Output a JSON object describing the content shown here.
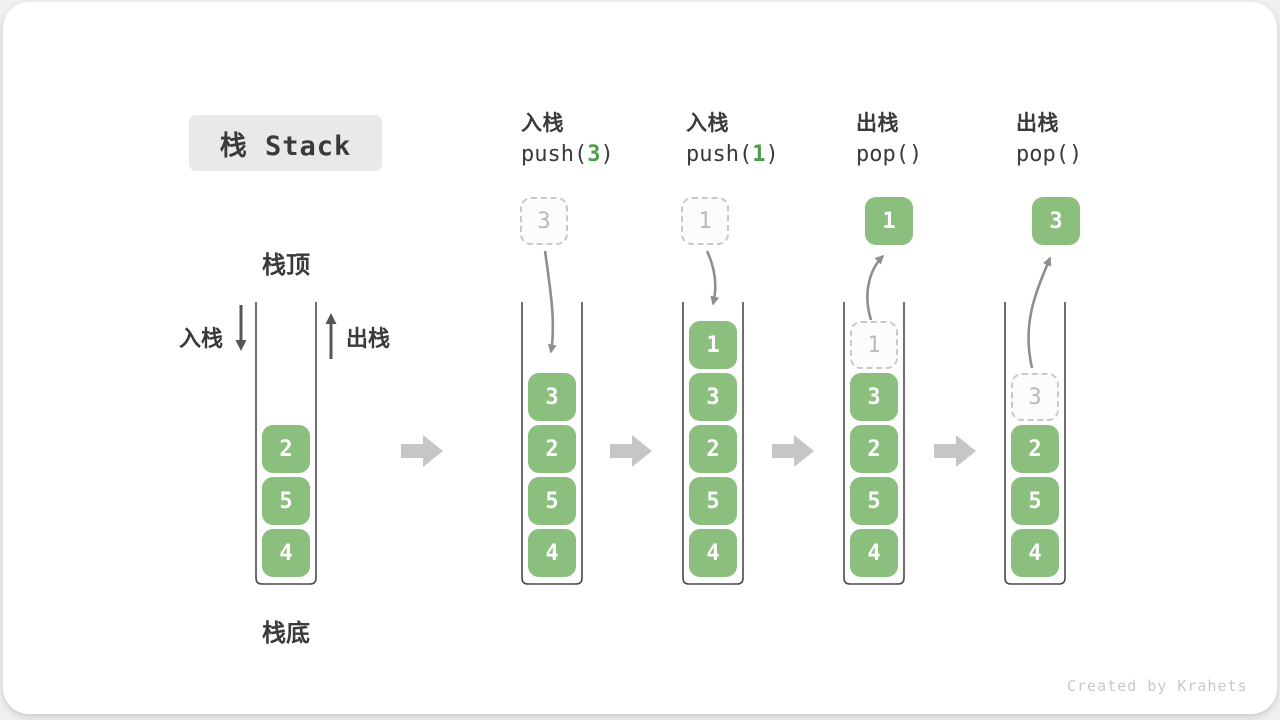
{
  "legend": {
    "title": "栈 Stack",
    "stack_top": "栈顶",
    "stack_bottom": "栈底",
    "push_label": "入栈",
    "pop_label": "出栈"
  },
  "watermark": "Created by Krahets",
  "colors": {
    "element_green": "#8BBF7D",
    "code_arg_green": "#4C9E4C",
    "text_dark": "#3A3A3A",
    "ghost_gray": "#B9B9B9",
    "curve_arrow_gray": "#8E8E8E",
    "block_arrow_gray": "#C6C6C6"
  },
  "steps": [
    {
      "caption": "",
      "code": null,
      "float": null,
      "cells": [
        {
          "value": "2",
          "slot": 2,
          "kind": "solid"
        },
        {
          "value": "5",
          "slot": 3,
          "kind": "solid"
        },
        {
          "value": "4",
          "slot": 4,
          "kind": "solid"
        }
      ]
    },
    {
      "caption": "入栈",
      "code": {
        "pre": "push(",
        "arg": "3",
        "post": ")"
      },
      "float": {
        "value": "3",
        "kind": "ghost"
      },
      "cells": [
        {
          "value": "3",
          "slot": 1,
          "kind": "solid"
        },
        {
          "value": "2",
          "slot": 2,
          "kind": "solid"
        },
        {
          "value": "5",
          "slot": 3,
          "kind": "solid"
        },
        {
          "value": "4",
          "slot": 4,
          "kind": "solid"
        }
      ]
    },
    {
      "caption": "入栈",
      "code": {
        "pre": "push(",
        "arg": "1",
        "post": ")"
      },
      "float": {
        "value": "1",
        "kind": "ghost"
      },
      "cells": [
        {
          "value": "1",
          "slot": 0,
          "kind": "solid"
        },
        {
          "value": "3",
          "slot": 1,
          "kind": "solid"
        },
        {
          "value": "2",
          "slot": 2,
          "kind": "solid"
        },
        {
          "value": "5",
          "slot": 3,
          "kind": "solid"
        },
        {
          "value": "4",
          "slot": 4,
          "kind": "solid"
        }
      ]
    },
    {
      "caption": "出栈",
      "code": {
        "pre": "pop(",
        "arg": "",
        "post": ")"
      },
      "float": {
        "value": "1",
        "kind": "solid"
      },
      "cells": [
        {
          "value": "1",
          "slot": 0,
          "kind": "ghost"
        },
        {
          "value": "3",
          "slot": 1,
          "kind": "solid"
        },
        {
          "value": "2",
          "slot": 2,
          "kind": "solid"
        },
        {
          "value": "5",
          "slot": 3,
          "kind": "solid"
        },
        {
          "value": "4",
          "slot": 4,
          "kind": "solid"
        }
      ]
    },
    {
      "caption": "出栈",
      "code": {
        "pre": "pop(",
        "arg": "",
        "post": ")"
      },
      "float": {
        "value": "3",
        "kind": "solid"
      },
      "cells": [
        {
          "value": "3",
          "slot": 1,
          "kind": "ghost"
        },
        {
          "value": "2",
          "slot": 2,
          "kind": "solid"
        },
        {
          "value": "5",
          "slot": 3,
          "kind": "solid"
        },
        {
          "value": "4",
          "slot": 4,
          "kind": "solid"
        }
      ]
    }
  ]
}
